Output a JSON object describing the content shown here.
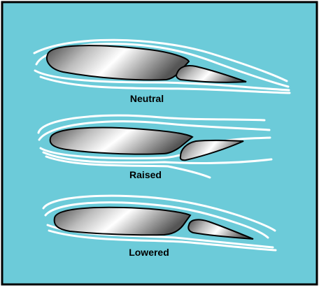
{
  "colors": {
    "background": "#6ccbd9",
    "border": "#000000",
    "airflow": "#ffffff",
    "section_outline": "#000000",
    "metal_dark": "#5a5a5a",
    "metal_light": "#ffffff"
  },
  "diagrams": [
    {
      "label": "Neutral",
      "aileron_position": "neutral"
    },
    {
      "label": "Raised",
      "aileron_position": "raised"
    },
    {
      "label": "Lowered",
      "aileron_position": "lowered"
    }
  ]
}
